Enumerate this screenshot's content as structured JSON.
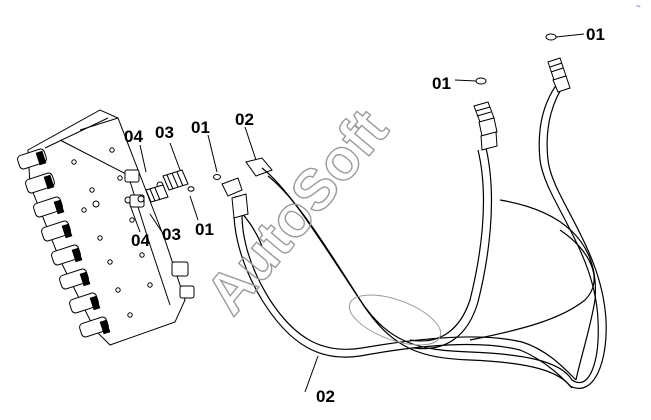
{
  "diagram": {
    "watermark": "AutoSoft",
    "callouts": {
      "c01_top": "01",
      "c01_mid": "01",
      "c01_left": "01",
      "c01_low": "01",
      "c02_top": "02",
      "c02_bottom": "02",
      "c03_top": "03",
      "c03_low": "03",
      "c04_top": "04",
      "c04_low": "04"
    }
  }
}
